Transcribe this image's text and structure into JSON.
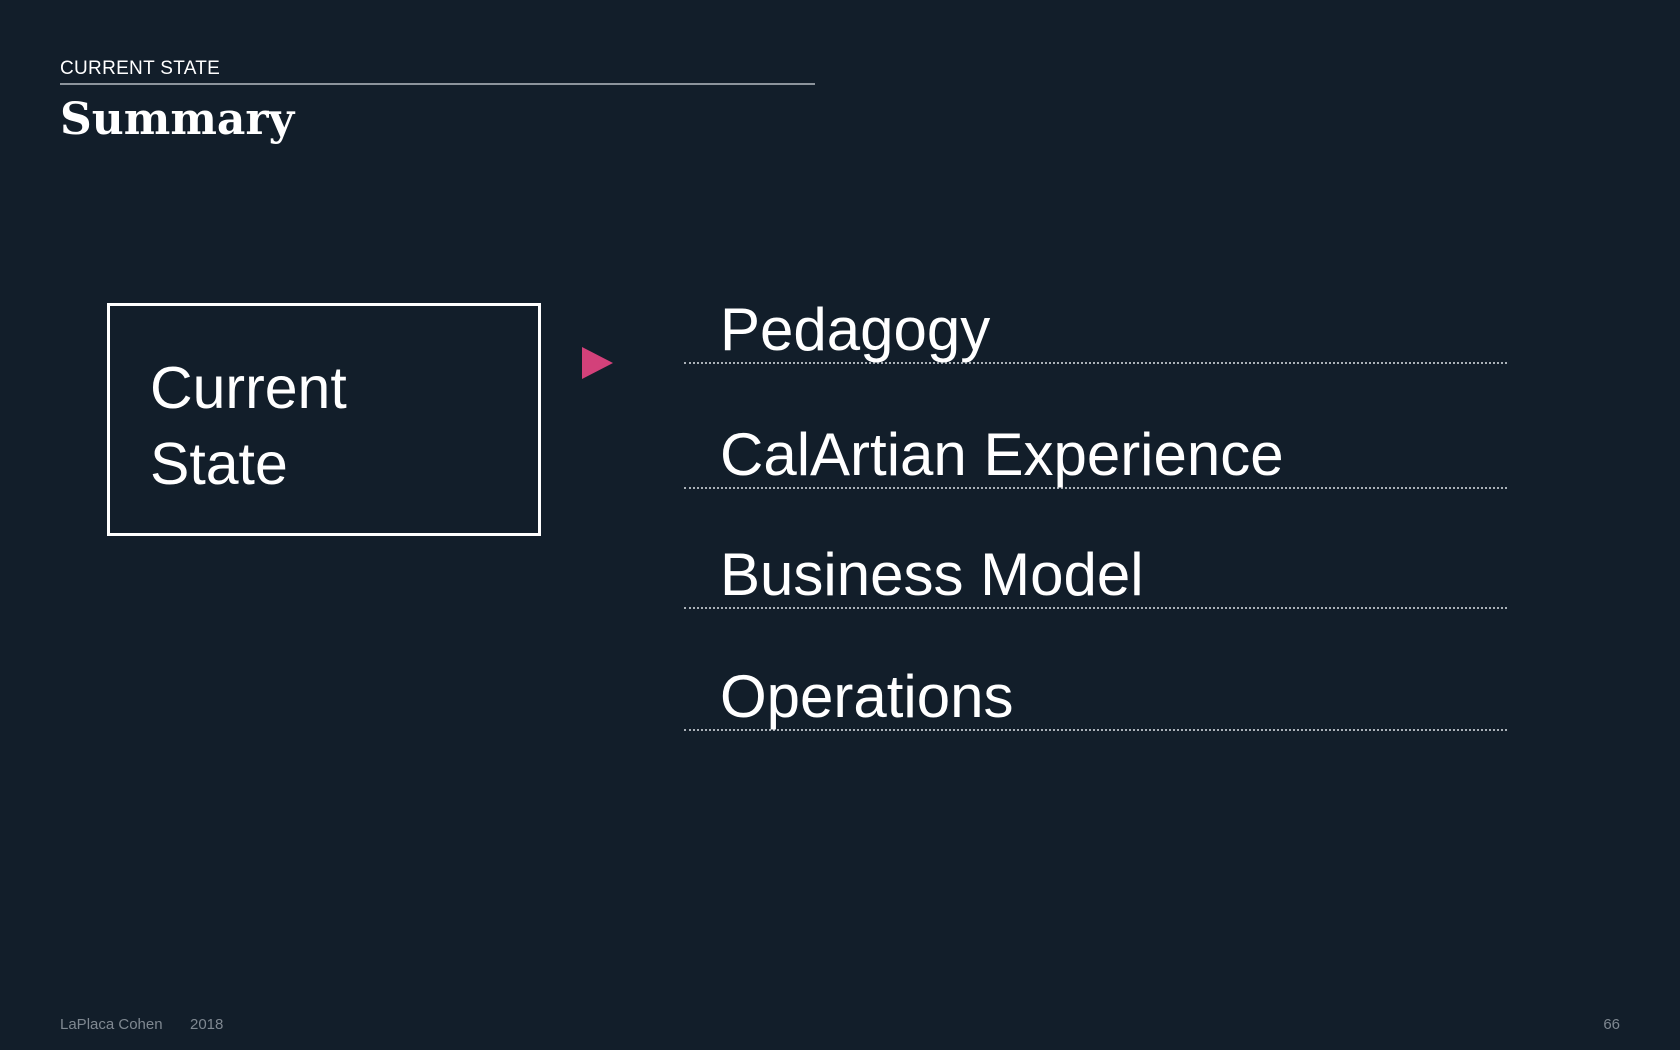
{
  "header": {
    "eyebrow": "CURRENT STATE",
    "title": "Summary"
  },
  "state_box": {
    "line1": "Current",
    "line2": "State"
  },
  "pointer": {
    "icon": "triangle-right-icon",
    "color": "#d3417a"
  },
  "topics": [
    {
      "label": "Pedagogy"
    },
    {
      "label": "CalArtian Experience"
    },
    {
      "label": "Business Model"
    },
    {
      "label": "Operations"
    }
  ],
  "footer": {
    "company": "LaPlaca Cohen",
    "year": "2018",
    "page_number": "66"
  },
  "colors": {
    "background": "#121e2a",
    "accent": "#d3417a",
    "text": "#ffffff"
  }
}
